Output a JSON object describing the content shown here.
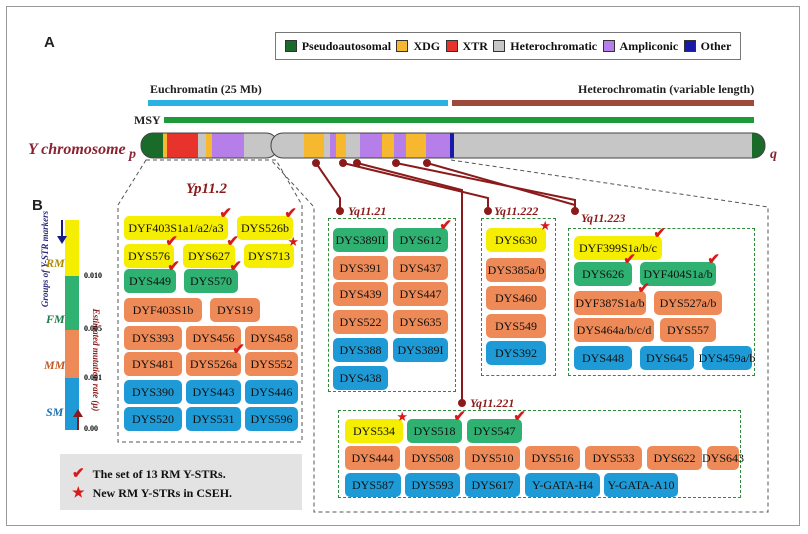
{
  "panel_labels": {
    "a": "A",
    "b": "B"
  },
  "legend": [
    {
      "label": "Pseudoautosomal",
      "color": "#1a6b2a"
    },
    {
      "label": "XDG",
      "color": "#f5b82e"
    },
    {
      "label": "XTR",
      "color": "#e8332c"
    },
    {
      "label": "Heterochromatic",
      "color": "#c6c6c6"
    },
    {
      "label": "Ampliconic",
      "color": "#b57ee8"
    },
    {
      "label": "Other",
      "color": "#1a1aa8"
    }
  ],
  "regions": {
    "euchromatin": "Euchromatin (25 Mb)",
    "heterochromatin": "Heterochromatin (variable length)",
    "msy": "MSY"
  },
  "chromosome": {
    "name": "Y chromosome",
    "p_arm": "p",
    "q_arm": "q"
  },
  "loci": {
    "yp112": "Yp11.2",
    "yq1121": "Yq11.21",
    "yq11222": "Yq11.222",
    "yq11223": "Yq11.223",
    "yq11221": "Yq11.221"
  },
  "scale": {
    "axis_left": "Groups of Y-STR markers",
    "axis_right": "Estimated mutation rate (μ)",
    "groups": [
      "RM",
      "FM",
      "MM",
      "SM"
    ],
    "values": [
      "0.010",
      "0.005",
      "0.001",
      "0.00"
    ]
  },
  "marker_groups": {
    "RM": {
      "name": "RM",
      "color": "#f6ee00"
    },
    "FM": {
      "name": "FM",
      "color": "#2fb172"
    },
    "MM": {
      "name": "MM",
      "color": "#ee8a57"
    },
    "SM": {
      "name": "SM",
      "color": "#1e9bd7"
    }
  },
  "markers": {
    "yp112": [
      {
        "label": "DYF403S1a1/a2/a3",
        "group": "RM",
        "check": true
      },
      {
        "label": "DYS526b",
        "group": "RM",
        "check": true
      },
      {
        "label": "DYS576",
        "group": "RM",
        "check": true
      },
      {
        "label": "DYS627",
        "group": "RM",
        "check": true
      },
      {
        "label": "DYS713",
        "group": "RM",
        "star": true
      },
      {
        "label": "DYS449",
        "group": "FM",
        "check": true
      },
      {
        "label": "DYS570",
        "group": "FM",
        "check": true
      },
      {
        "label": "DYF403S1b",
        "group": "MM"
      },
      {
        "label": "DYS19",
        "group": "MM"
      },
      {
        "label": "DYS393",
        "group": "MM"
      },
      {
        "label": "DYS456",
        "group": "MM"
      },
      {
        "label": "DYS458",
        "group": "MM"
      },
      {
        "label": "DYS481",
        "group": "MM"
      },
      {
        "label": "DYS526a",
        "group": "MM",
        "check": true
      },
      {
        "label": "DYS552",
        "group": "MM"
      },
      {
        "label": "DYS390",
        "group": "SM"
      },
      {
        "label": "DYS443",
        "group": "SM"
      },
      {
        "label": "DYS446",
        "group": "SM"
      },
      {
        "label": "DYS520",
        "group": "SM"
      },
      {
        "label": "DYS531",
        "group": "SM"
      },
      {
        "label": "DYS596",
        "group": "SM"
      }
    ],
    "yq1121": [
      {
        "label": "DYS389II",
        "group": "FM"
      },
      {
        "label": "DYS612",
        "group": "FM",
        "check": true
      },
      {
        "label": "DYS391",
        "group": "MM"
      },
      {
        "label": "DYS437",
        "group": "MM"
      },
      {
        "label": "DYS439",
        "group": "MM"
      },
      {
        "label": "DYS447",
        "group": "MM"
      },
      {
        "label": "DYS522",
        "group": "MM"
      },
      {
        "label": "DYS635",
        "group": "MM"
      },
      {
        "label": "DYS388",
        "group": "SM"
      },
      {
        "label": "DYS389I",
        "group": "SM"
      },
      {
        "label": "DYS438",
        "group": "SM"
      }
    ],
    "yq11222": [
      {
        "label": "DYS630",
        "group": "RM",
        "star": true
      },
      {
        "label": "DYS385a/b",
        "group": "MM"
      },
      {
        "label": "DYS460",
        "group": "MM"
      },
      {
        "label": "DYS549",
        "group": "MM"
      },
      {
        "label": "DYS392",
        "group": "SM"
      }
    ],
    "yq11223": [
      {
        "label": "DYF399S1a/b/c",
        "group": "RM",
        "check": true
      },
      {
        "label": "DYS626",
        "group": "FM",
        "check": true
      },
      {
        "label": "DYF404S1a/b",
        "group": "FM",
        "check": true
      },
      {
        "label": "DYF387S1a/b",
        "group": "MM",
        "check": true
      },
      {
        "label": "DYS527a/b",
        "group": "MM"
      },
      {
        "label": "DYS464a/b/c/d",
        "group": "MM"
      },
      {
        "label": "DYS557",
        "group": "MM"
      },
      {
        "label": "DYS448",
        "group": "SM"
      },
      {
        "label": "DYS645",
        "group": "SM"
      },
      {
        "label": "DYS459a/b",
        "group": "SM"
      }
    ],
    "yq11221": [
      {
        "label": "DYS534",
        "group": "RM",
        "star": true
      },
      {
        "label": "DYS518",
        "group": "FM",
        "check": true
      },
      {
        "label": "DYS547",
        "group": "FM",
        "check": true
      },
      {
        "label": "DYS444",
        "group": "MM"
      },
      {
        "label": "DYS508",
        "group": "MM"
      },
      {
        "label": "DYS510",
        "group": "MM"
      },
      {
        "label": "DYS516",
        "group": "MM"
      },
      {
        "label": "DYS533",
        "group": "MM"
      },
      {
        "label": "DYS622",
        "group": "MM"
      },
      {
        "label": "DYS643",
        "group": "MM"
      },
      {
        "label": "DYS587",
        "group": "SM"
      },
      {
        "label": "DYS593",
        "group": "SM"
      },
      {
        "label": "DYS617",
        "group": "SM"
      },
      {
        "label": "Y-GATA-H4",
        "group": "SM"
      },
      {
        "label": "Y-GATA-A10",
        "group": "SM"
      }
    ]
  },
  "notes": {
    "check_text": "The set of 13 RM Y-STRs.",
    "star_text": "New RM Y-STRs in CSEH."
  },
  "colors": {
    "euchromatin_bar": "#2bb0e3",
    "heterochromatin_bar": "#9c4a3a",
    "msy_bar": "#1f9a3a",
    "connector": "#8b1a1a",
    "dash": "#2e8b3b"
  }
}
